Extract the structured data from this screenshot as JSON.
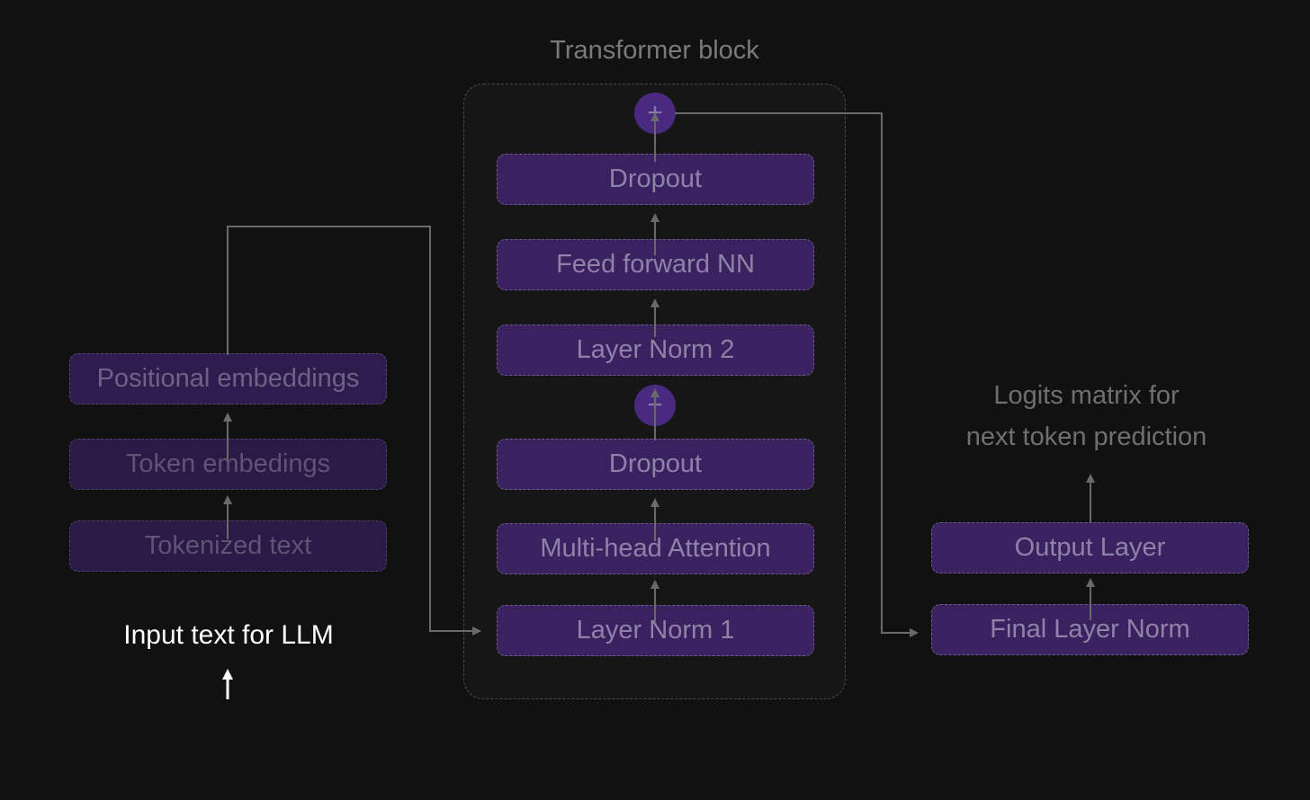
{
  "diagram": {
    "transformer_title": "Transformer block",
    "left_stack": {
      "positional": "Positional embeddings",
      "token": "Token embedings",
      "tokenized": "Tokenized text"
    },
    "input_label": "Input text for LLM",
    "block": {
      "dropout_top": "Dropout",
      "feed_forward": "Feed forward NN",
      "layer_norm_2": "Layer Norm 2",
      "dropout_bottom": "Dropout",
      "attention": "Multi-head Attention",
      "layer_norm_1": "Layer Norm 1",
      "add_symbol": "+"
    },
    "right_stack": {
      "output_layer": "Output Layer",
      "final_norm": "Final Layer Norm",
      "logits_line1": "Logits matrix for",
      "logits_line2": "next token prediction"
    },
    "colors": {
      "background": "#111111",
      "box_fill": "#3a2160",
      "add_node": "#4a2a80",
      "wire": "#6a6a6a"
    }
  }
}
